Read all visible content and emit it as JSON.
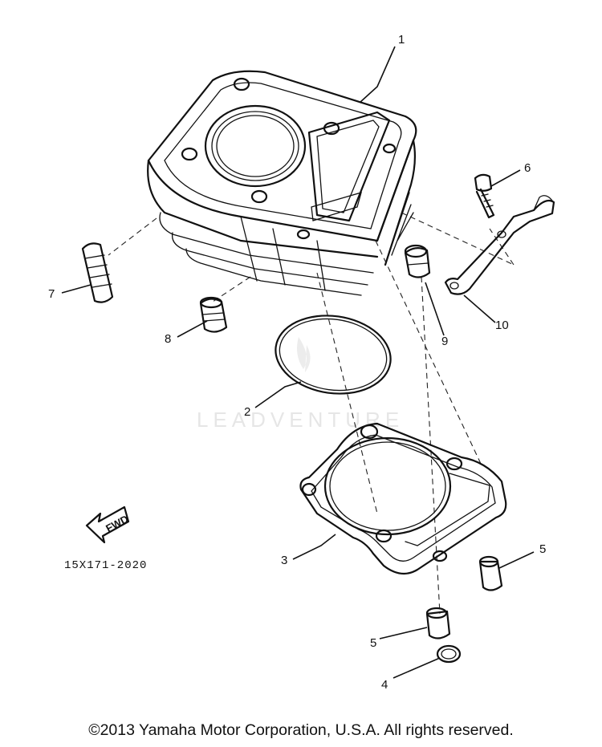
{
  "watermark": "LEADVENTURE",
  "diagram_code": "15X171-2020",
  "fwd_label": "FWD",
  "callouts": [
    "1",
    "2",
    "3",
    "4",
    "5",
    "5",
    "6",
    "7",
    "8",
    "9",
    "10"
  ],
  "footer": {
    "copyright": "©2013 Yamaha Motor Corporation, U.S.A. All rights reserved."
  }
}
